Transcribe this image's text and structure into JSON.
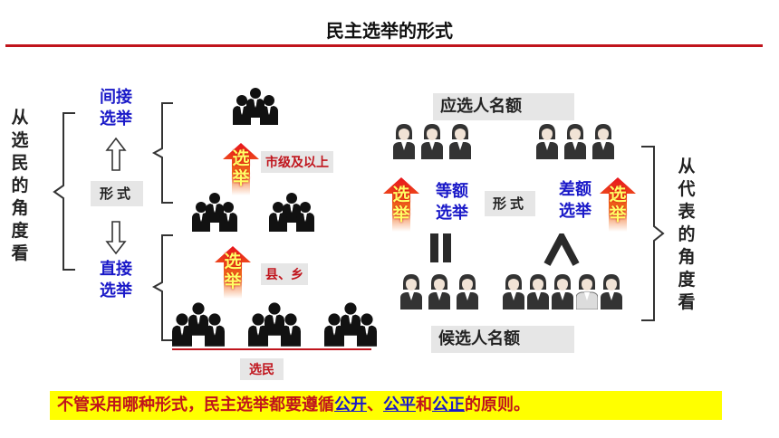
{
  "title": "民主选举的形式",
  "left": {
    "side_label": [
      "从",
      "选",
      "民",
      "的",
      "角",
      "度",
      "看"
    ],
    "indirect": [
      "间接",
      "选举"
    ],
    "direct": [
      "直接",
      "选举"
    ],
    "form_label": "形式",
    "upper_level_label": "市级及以上",
    "county_label": "县、乡",
    "arrow_text": [
      "选",
      "举"
    ],
    "voters_label": "选民"
  },
  "right": {
    "side_label": [
      "从",
      "代",
      "表",
      "的",
      "角",
      "度",
      "看"
    ],
    "seats_label": "应选人名额",
    "candidates_label": "候选人名额",
    "equal": [
      "等额",
      "选举"
    ],
    "competitive": [
      "差额",
      "选举"
    ],
    "form_label": "形式",
    "arrow_text": [
      "选",
      "举"
    ]
  },
  "footer": {
    "part1": "不管采用哪种形式，民主选举都要遵循",
    "w1": "公开",
    "sep1": "、",
    "w2": "公平",
    "sep2": "和",
    "w3": "公正",
    "part2": "的原则。"
  },
  "colors": {
    "accent_red": "#c0141c",
    "blue_text": "#1a19c8",
    "highlight": "#ffff00"
  }
}
